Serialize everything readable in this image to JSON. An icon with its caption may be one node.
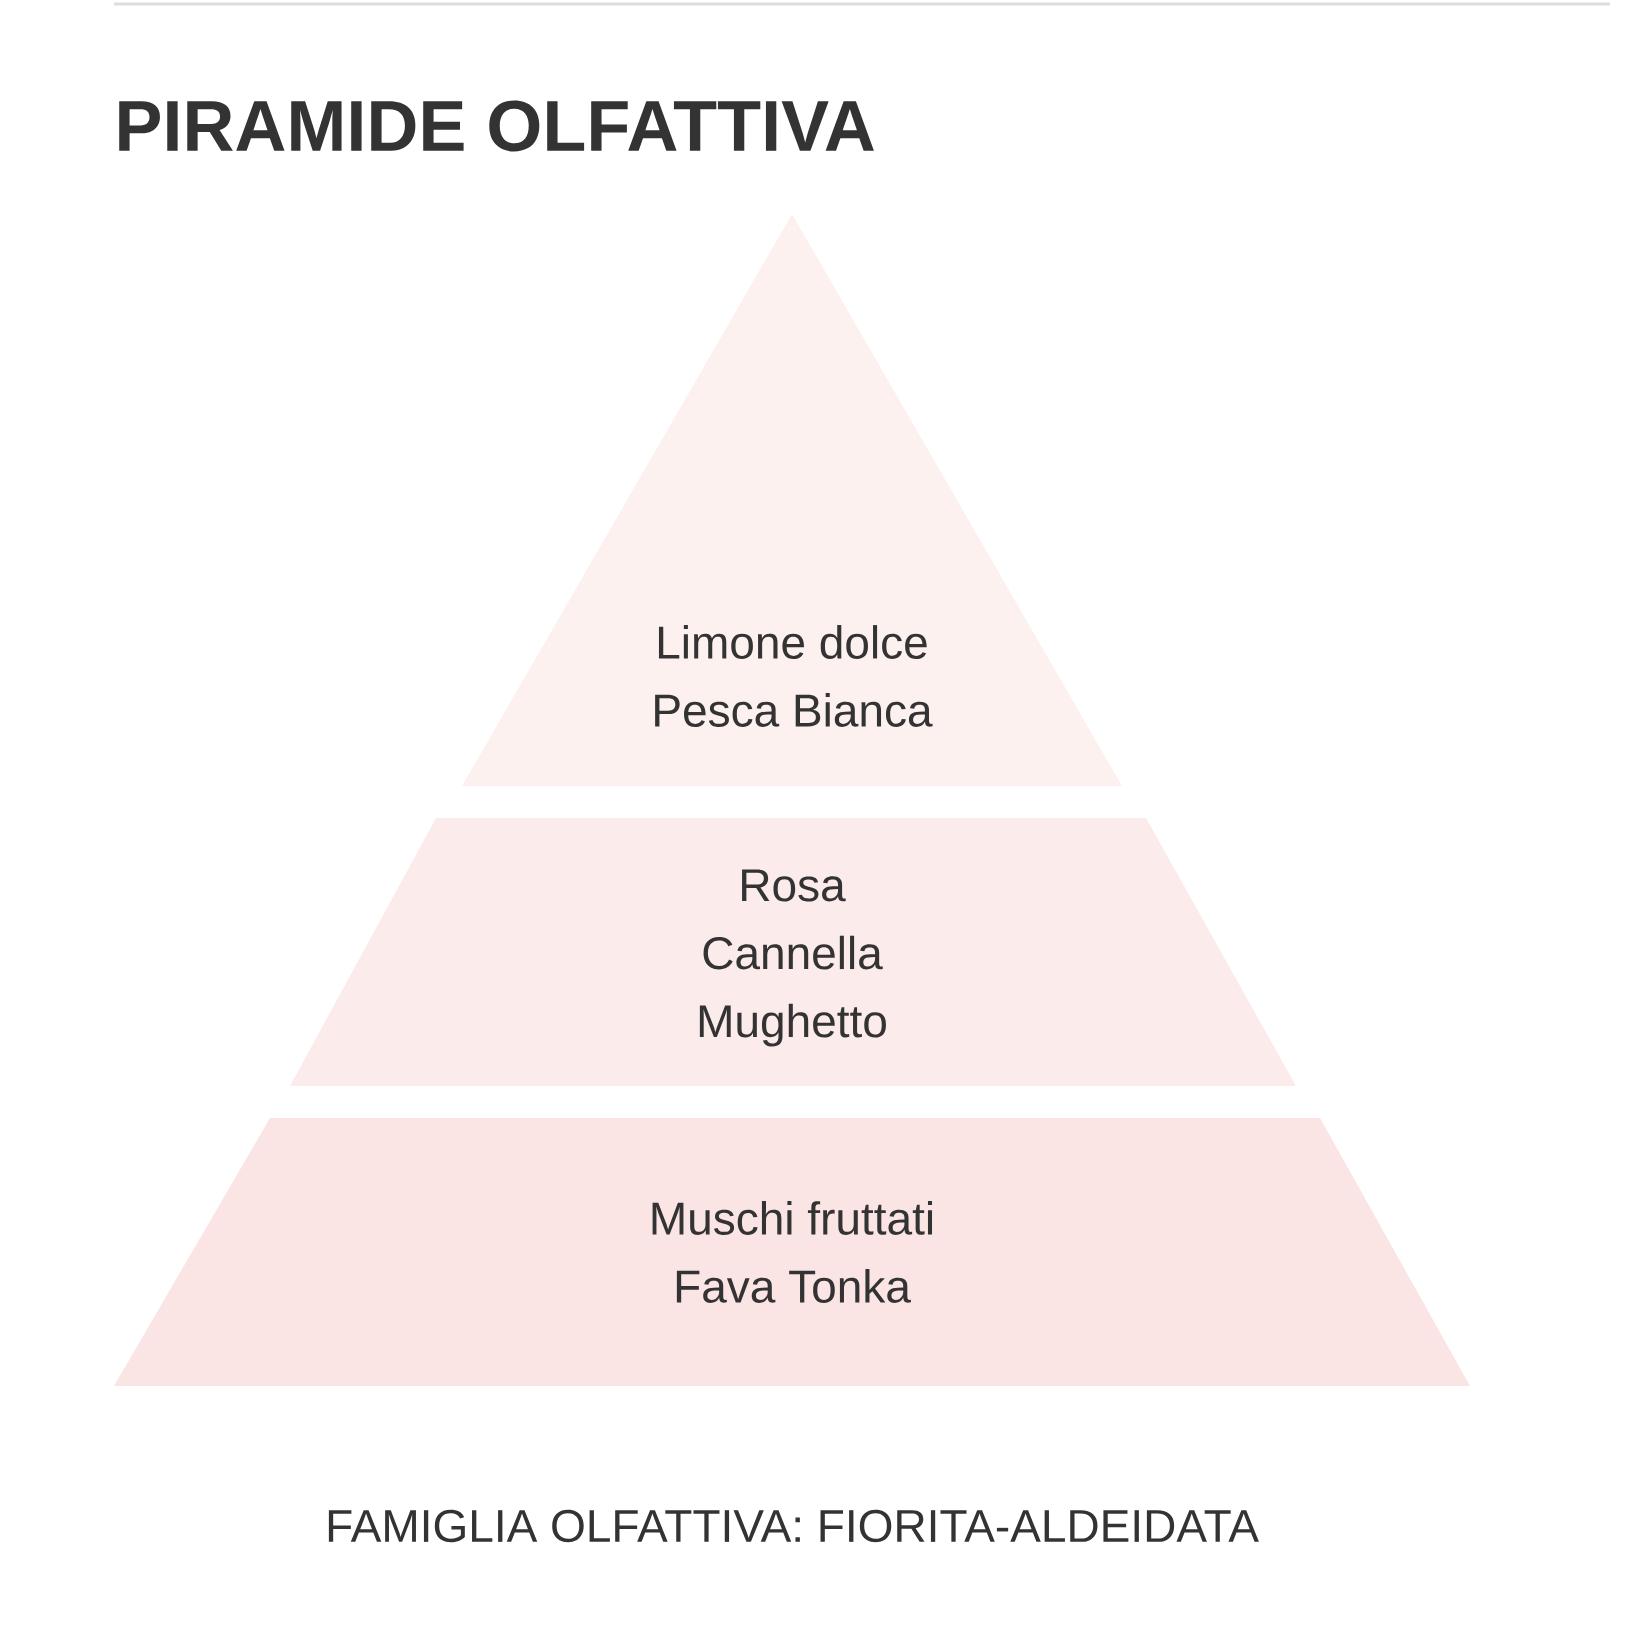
{
  "diagram": {
    "title": "PIRAMIDE OLFATTIVA",
    "nodes": [
      {
        "text": [
          "Limone dolce",
          "Pesca Bianca"
        ]
      },
      {
        "text": [
          "Rosa",
          "Cannella",
          "Mughetto"
        ]
      },
      {
        "text": [
          "Muschi fruttati",
          "Fava Tonka"
        ]
      }
    ],
    "labels": [
      "FAMIGLIA OLFATTIVA: FIORITA-ALDEIDATA"
    ]
  }
}
